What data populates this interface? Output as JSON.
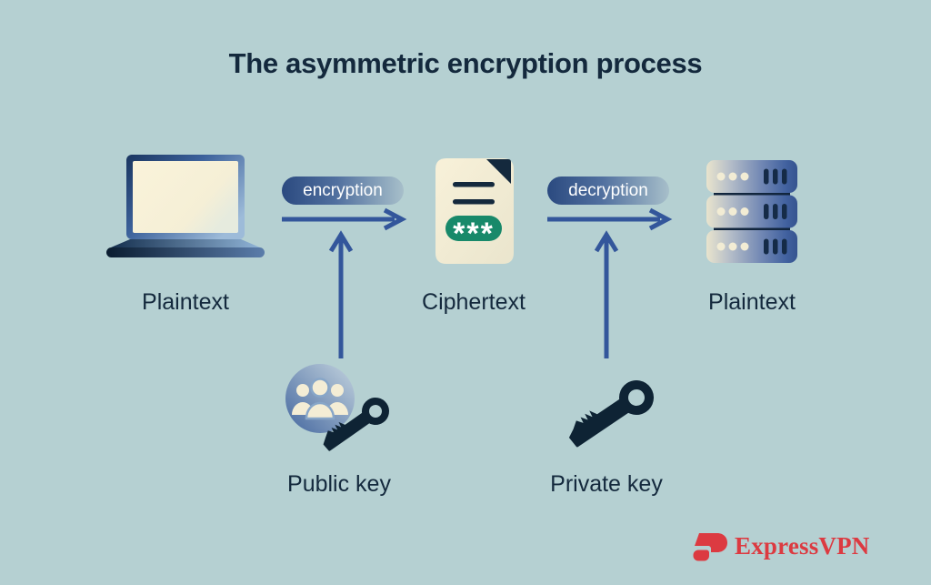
{
  "title": "The asymmetric encryption process",
  "nodes": {
    "source": {
      "label": "Plaintext",
      "icon": "laptop-icon"
    },
    "ciphertext": {
      "label": "Ciphertext",
      "icon": "document-icon",
      "badge_text": "***"
    },
    "destination": {
      "label": "Plaintext",
      "icon": "server-icon"
    }
  },
  "steps": {
    "encryption": {
      "label": "encryption"
    },
    "decryption": {
      "label": "decryption"
    }
  },
  "keys": {
    "public_key": {
      "label": "Public key",
      "icon": "public-key-icon"
    },
    "private_key": {
      "label": "Private key",
      "icon": "private-key-icon"
    }
  },
  "branding": {
    "name": "ExpressVPN"
  },
  "colors": {
    "background": "#b5d0d2",
    "ink_navy": "#14293d",
    "arrow_blue": "#33569b",
    "pill_gradient_start": "#2b4a80",
    "pill_gradient_end": "#a7bfca",
    "cream": "#f2ecd4",
    "badge_green": "#18896a",
    "key_navy": "#0e2334",
    "server_blue": "#41619f",
    "brand_red": "#dc3a41"
  }
}
